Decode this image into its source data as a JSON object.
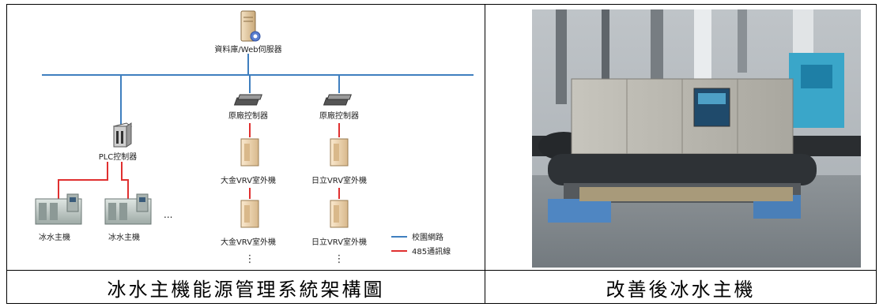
{
  "diagram": {
    "server_label": "資料庫/Web伺服器",
    "plc_label": "PLC控制器",
    "controller_label_1": "原廠控制器",
    "controller_label_2": "原廠控制器",
    "daikin_label_1": "大金VRV室外機",
    "daikin_label_2": "大金VRV室外機",
    "hitachi_label_1": "日立VRV室外機",
    "hitachi_label_2": "日立VRV室外機",
    "chiller_label_1": "冰水主機",
    "chiller_label_2": "冰水主機",
    "ellipsis": "...",
    "vdots": "⋮",
    "legend": [
      {
        "label": "校園網路",
        "color": "#3f7fbf"
      },
      {
        "label": "485通訊線",
        "color": "#e03030"
      }
    ]
  },
  "captions": {
    "left": "冰水主機能源管理系統架構圖",
    "right": "改善後冰水主機"
  }
}
